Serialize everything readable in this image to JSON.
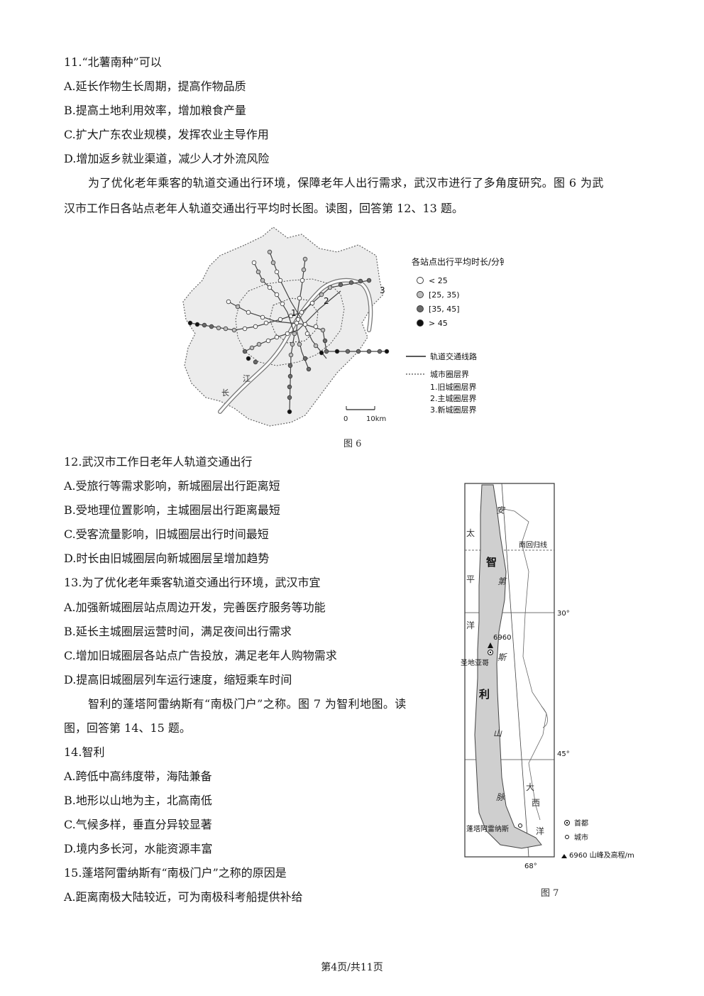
{
  "q11": {
    "stem": "11.“北薯南种”可以",
    "options": [
      "A.延长作物生长周期，提高作物品质",
      "B.提高土地利用效率，增加粮食产量",
      "C.扩大广东农业规模，发挥农业主导作用",
      "D.增加返乡就业渠道，减少人才外流风险"
    ]
  },
  "intro_wuhan": {
    "line1": "为了优化老年乘客的轨道交通出行环境，保障老年人出行需求，武汉市进行了多角度研究。图 6 为武",
    "line2": "汉市工作日各站点老年人轨道交通出行平均时长图。读图，回答第 12、13 题。"
  },
  "fig6": {
    "legend_title": "各站点出行平均时长/分钟",
    "legend_items": [
      "< 25",
      "[25, 35)",
      "[35, 45]",
      "> 45"
    ],
    "legend_colors": [
      "#ffffff",
      "#bdbdbd",
      "#6b6b6b",
      "#111111"
    ],
    "line_legend": "轨道交通线路",
    "boundary_legend": "城市圈层界",
    "boundary_items": [
      "1.旧城圈层界",
      "2.主城圈层界",
      "3.新城圈层界"
    ],
    "ring_labels": [
      "1",
      "2",
      "3"
    ],
    "river_chars": [
      "江",
      "长"
    ],
    "scale_zero": "0",
    "scale_label": "10km",
    "caption": "图 6"
  },
  "q12": {
    "stem": "12.武汉市工作日老年人轨道交通出行",
    "options": [
      "A.受旅行等需求影响，新城圈层出行距离短",
      "B.受地理位置影响，主城圈层出行距离最短",
      "C.受客流量影响，旧城圈层出行时间最短",
      "D.时长由旧城圈层向新城圈层呈增加趋势"
    ]
  },
  "q13": {
    "stem": "13.为了优化老年乘客轨道交通出行环境，武汉市宜",
    "options": [
      "A.加强新城圈层站点周边开发，完善医疗服务等功能",
      "B.延长主城圈层运营时间，满足夜间出行需求",
      "C.增加旧城圈层各站点广告投放，满足老年人购物需求",
      "D.提高旧城圈层列车运行速度，缩短乘车时间"
    ]
  },
  "intro_chile": {
    "line1": "智利的蓬塔阿雷纳斯有“南极门户”之称。图 7 为智利地图。读",
    "line2": "图，回答第 14、15 题。"
  },
  "fig7": {
    "tropic_label": "南回归线",
    "lat30": "30°",
    "lat45": "45°",
    "lon68": "68°",
    "peak_value": "6960",
    "city_santiago": "圣地亚哥",
    "city_punta": "蓬塔阿雷纳斯",
    "country_chars": [
      "智",
      "利"
    ],
    "pacific_chars": [
      "太",
      "平",
      "洋"
    ],
    "andes_chars": [
      "安",
      "第",
      "斯",
      "山",
      "脉"
    ],
    "atlantic_chars": [
      "大",
      "西",
      "洋"
    ],
    "legend_capital": "首都",
    "legend_city": "城市",
    "legend_peak": "6960 山峰及高程/m",
    "caption": "图 7"
  },
  "q14": {
    "stem": "14.智利",
    "options": [
      "A.跨低中高纬度带，海陆兼备",
      "B.地形以山地为主，北高南低",
      "C.气候多样，垂直分异较显著",
      "D.境内多长河，水能资源丰富"
    ]
  },
  "q15": {
    "stem": "15.蓬塔阿雷纳斯有“南极门户”之称的原因是",
    "options": [
      "A.距离南极大陆较近，可为南极科考船提供补给"
    ]
  },
  "footer": "第4页/共11页"
}
